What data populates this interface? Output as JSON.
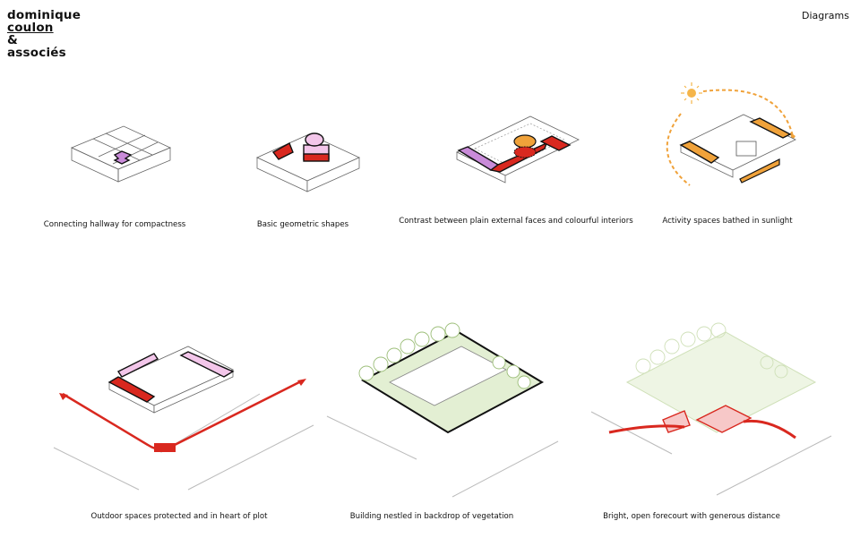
{
  "logo": {
    "line1": "dominique",
    "line2": "coulon",
    "line3": "&",
    "line4": "associés"
  },
  "section_title": "Diagrams",
  "colors": {
    "red": "#d9281f",
    "pink": "#f3c6ea",
    "purple": "#c98bd9",
    "orange": "#f0a23a",
    "sun": "#f5b54a",
    "green": "#a7c97a",
    "grey": "#d8d8d8"
  },
  "diagrams": [
    {
      "caption": "Connecting hallway for compactness"
    },
    {
      "caption": "Basic geometric shapes"
    },
    {
      "caption": "Contrast between plain external faces and colourful interiors"
    },
    {
      "caption": "Activity spaces bathed in sunlight"
    },
    {
      "caption": "Outdoor spaces protected and in heart of plot"
    },
    {
      "caption": "Building nestled in backdrop of vegetation"
    },
    {
      "caption": "Bright, open forecourt with generous distance"
    }
  ]
}
